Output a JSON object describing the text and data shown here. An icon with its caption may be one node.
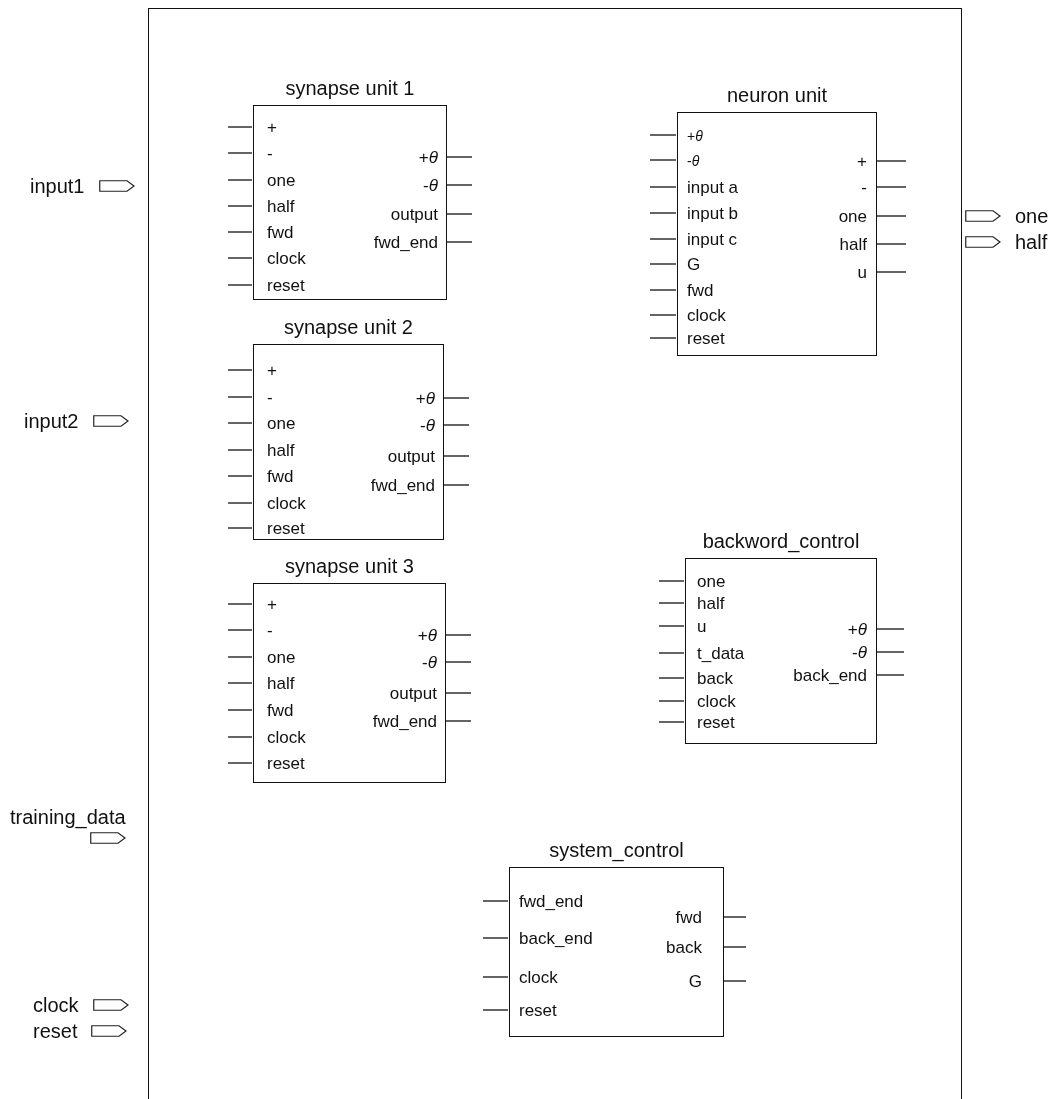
{
  "diagram": {
    "nodes": [
      {
        "text": [],
        "shape": "box"
      },
      {
        "text": [
          "synapse unit 1",
          "+",
          "-",
          "one",
          "half",
          "fwd",
          "clock",
          "reset",
          "+*θ*",
          "-*θ*",
          "output",
          "fwd_end"
        ],
        "in": 0
      },
      {
        "text": [
          "neuron unit",
          "+*θ*",
          "-*θ*",
          "input a",
          "input b",
          "input c",
          "G",
          "fwd",
          "clock",
          "reset",
          "+",
          "-",
          "one",
          "half",
          "u"
        ],
        "in": 0
      },
      {
        "text": [
          "synapse unit 2",
          "+",
          "-",
          "one",
          "half",
          "fwd",
          "clock",
          "reset",
          "+*θ*",
          "-*θ*",
          "output",
          "fwd_end"
        ],
        "in": 0
      },
      {
        "text": [
          "synapse unit 3",
          "+",
          "-",
          "one",
          "half",
          "fwd",
          "clock",
          "reset",
          "+*θ*",
          "-*θ*",
          "output",
          "fwd_end"
        ],
        "in": 0
      },
      {
        "text": [
          "backword_control",
          "one",
          "half",
          "u",
          "t_data",
          "back",
          "clock",
          "reset",
          "+*θ*",
          "-*θ*",
          "back_end"
        ],
        "in": 0
      },
      {
        "text": [
          "system_control",
          "fwd_end",
          "back_end",
          "clock",
          "reset",
          "fwd",
          "back",
          "G"
        ],
        "in": 0
      },
      {
        "text": [
          "input1"
        ]
      },
      {
        "text": [
          "input2"
        ]
      },
      {
        "text": [
          "training_data"
        ]
      },
      {
        "text": [
          "clock"
        ]
      },
      {
        "text": [
          "reset"
        ]
      },
      {
        "text": [
          "one"
        ]
      },
      {
        "text": [
          "half"
        ]
      }
    ]
  }
}
